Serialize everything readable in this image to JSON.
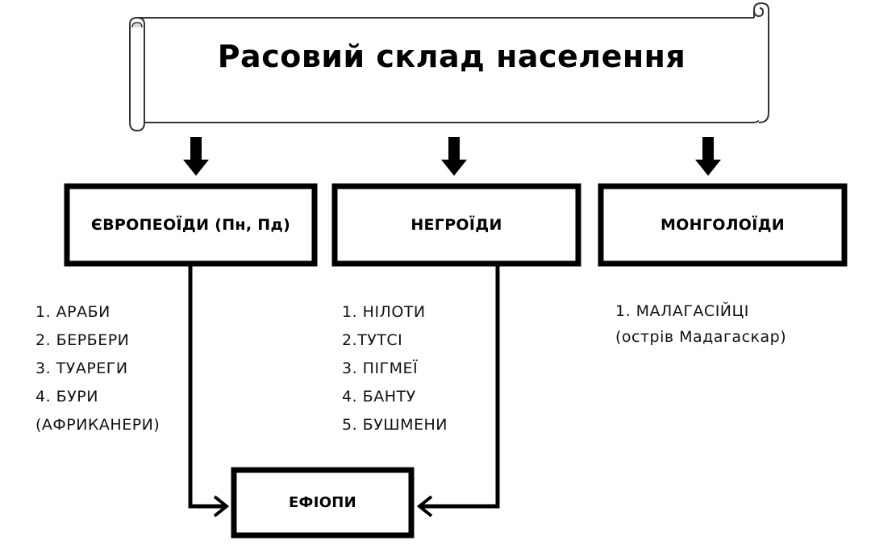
{
  "title": "Расовий склад населення",
  "groups": [
    {
      "label": "ЄВРОПЕОЇДИ (Пн, Пд)",
      "items": [
        "1. АРАБИ",
        "2. БЕРБЕРИ",
        "3. ТУАРЕГИ",
        "4. БУРИ",
        "(АФРИКАНЕРИ)"
      ]
    },
    {
      "label": "НЕГРОЇДИ",
      "items": [
        "1. НІЛОТИ",
        "2.ТУТСІ",
        "3. ПІГМЕЇ",
        "4. БАНТУ",
        "5. БУШМЕНИ"
      ]
    },
    {
      "label": "МОНГОЛОЇДИ",
      "items": [
        "1. МАЛАГАСІЙЦІ",
        "(острів Мадагаскар)"
      ]
    }
  ],
  "mixed_group": {
    "label": "ЕФІОПИ"
  },
  "icons": {
    "title_banner": "scroll-banner",
    "down_arrows": "down-arrow",
    "connector_arrows": "arrow-right / arrow-left"
  },
  "colors": {
    "stroke": "#000000",
    "background": "#ffffff",
    "scroll_outline": "#333333"
  }
}
